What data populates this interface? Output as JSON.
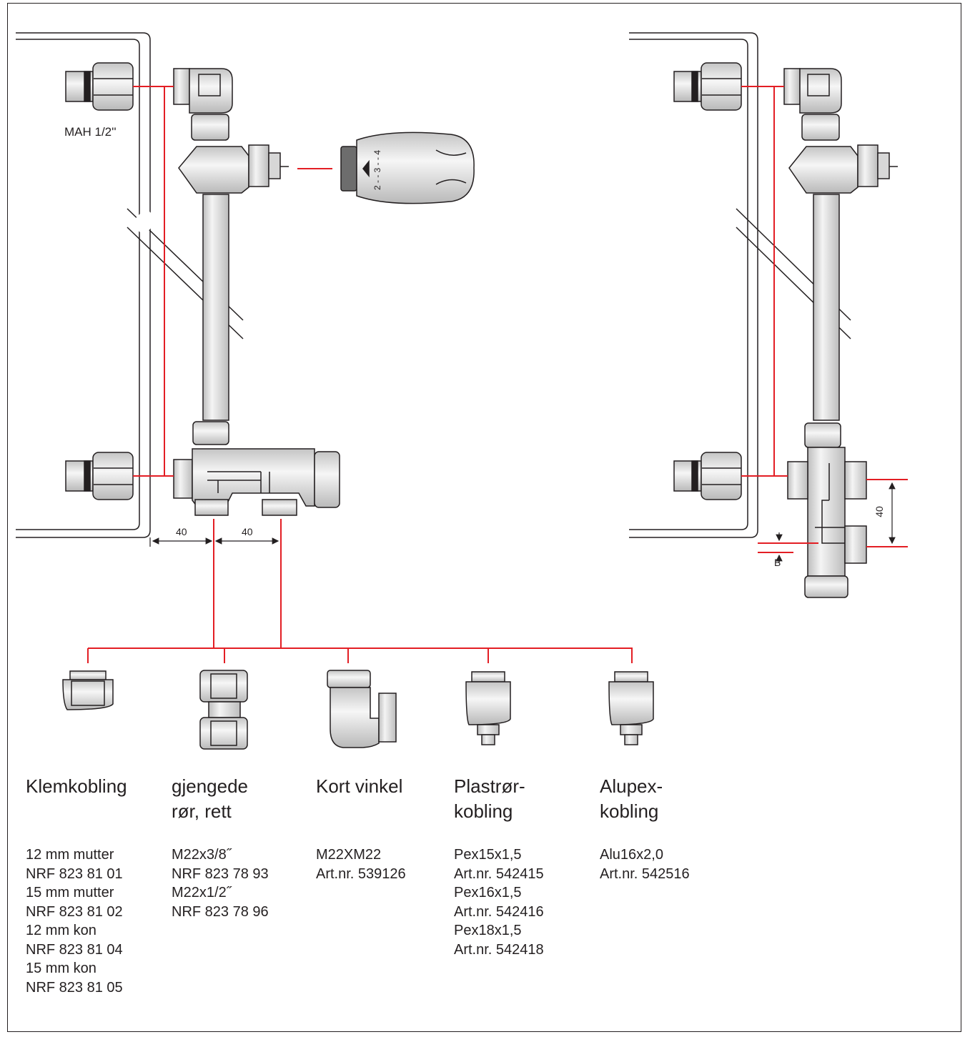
{
  "labels": {
    "mah": "MAH 1/2''",
    "dim_left_1": "40",
    "dim_left_2": "40",
    "dim_right": "40",
    "b_label": "B",
    "thermostat_scale": "2 - - 3 - - 4"
  },
  "products": [
    {
      "title": "Klemkobling",
      "lines": [
        "12 mm mutter",
        "NRF 823 81 01",
        "15 mm mutter",
        "NRF 823 81 02",
        "12 mm kon",
        "NRF 823 81 04",
        "15 mm kon",
        "NRF 823 81 05"
      ]
    },
    {
      "title": "gjengede\nrør, rett",
      "lines": [
        "M22x3/8˝",
        "NRF 823 78 93",
        "M22x1/2˝",
        "NRF 823 78 96"
      ]
    },
    {
      "title": "Kort vinkel",
      "lines": [
        "M22XM22",
        "Art.nr. 539126"
      ]
    },
    {
      "title": "Plastrør-\nkobling",
      "lines": [
        "Pex15x1,5",
        "Art.nr. 542415",
        "Pex16x1,5",
        "Art.nr. 542416",
        "Pex18x1,5",
        "Art.nr. 542418"
      ]
    },
    {
      "title": "Alupex-\nkobling",
      "lines": [
        "Alu16x2,0",
        "Art.nr. 542516"
      ]
    }
  ],
  "colors": {
    "accent": "#e31e24",
    "ink": "#231f20",
    "metal": "#e6e6e6"
  }
}
